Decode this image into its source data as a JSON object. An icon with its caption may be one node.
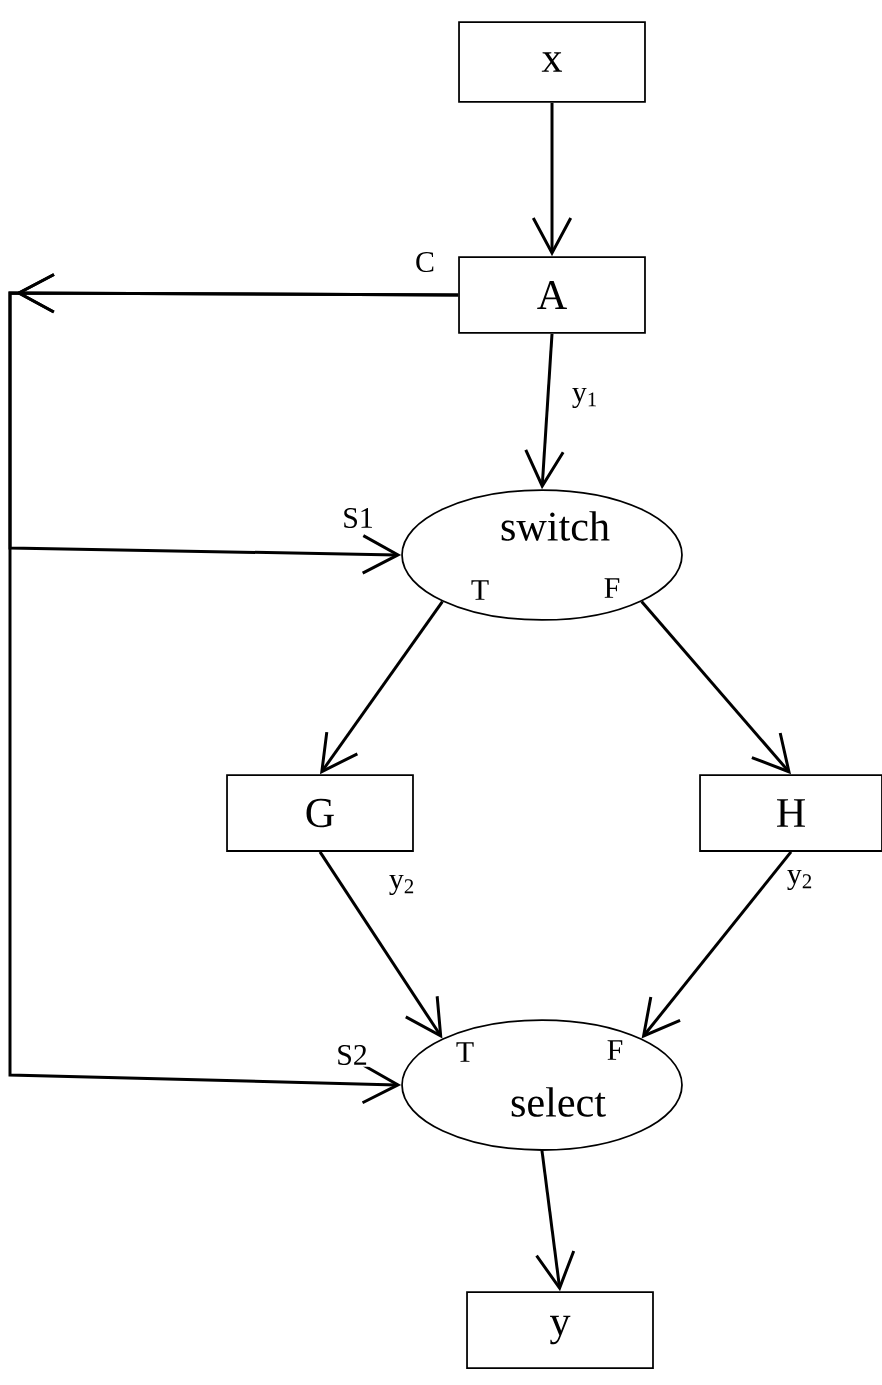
{
  "diagram": {
    "nodes": [
      {
        "text": [
          "x"
        ]
      },
      {
        "text": [
          "A"
        ],
        "beside": [
          "C"
        ]
      },
      {
        "text": [
          "switch",
          "T",
          "F"
        ]
      },
      {
        "text": [
          "G"
        ]
      },
      {
        "text": [
          "H"
        ]
      },
      {
        "text": [
          "T",
          "F",
          "select"
        ]
      },
      {
        "text": [
          "y"
        ]
      }
    ],
    "edges": [
      {
        "from": 0,
        "to": 1,
        "arrow": "to"
      },
      {
        "from": 1,
        "to": 2,
        "arrow": "to",
        "label": "y$_{1}$"
      },
      {
        "from": 1,
        "to": 2,
        "arrow": "to",
        "label": "S1"
      },
      {
        "from": 1,
        "to": 5,
        "arrow": "to",
        "label": "S2"
      },
      {
        "from": 2,
        "to": 3,
        "arrow": "to"
      },
      {
        "from": 2,
        "to": 4,
        "arrow": "to"
      },
      {
        "from": 3,
        "to": 5,
        "arrow": "to",
        "label": "y$_{2}$"
      },
      {
        "from": 4,
        "to": 5,
        "arrow": "to",
        "label": "y$_{2}$"
      },
      {
        "from": 5,
        "to": 6,
        "arrow": "to"
      }
    ]
  }
}
